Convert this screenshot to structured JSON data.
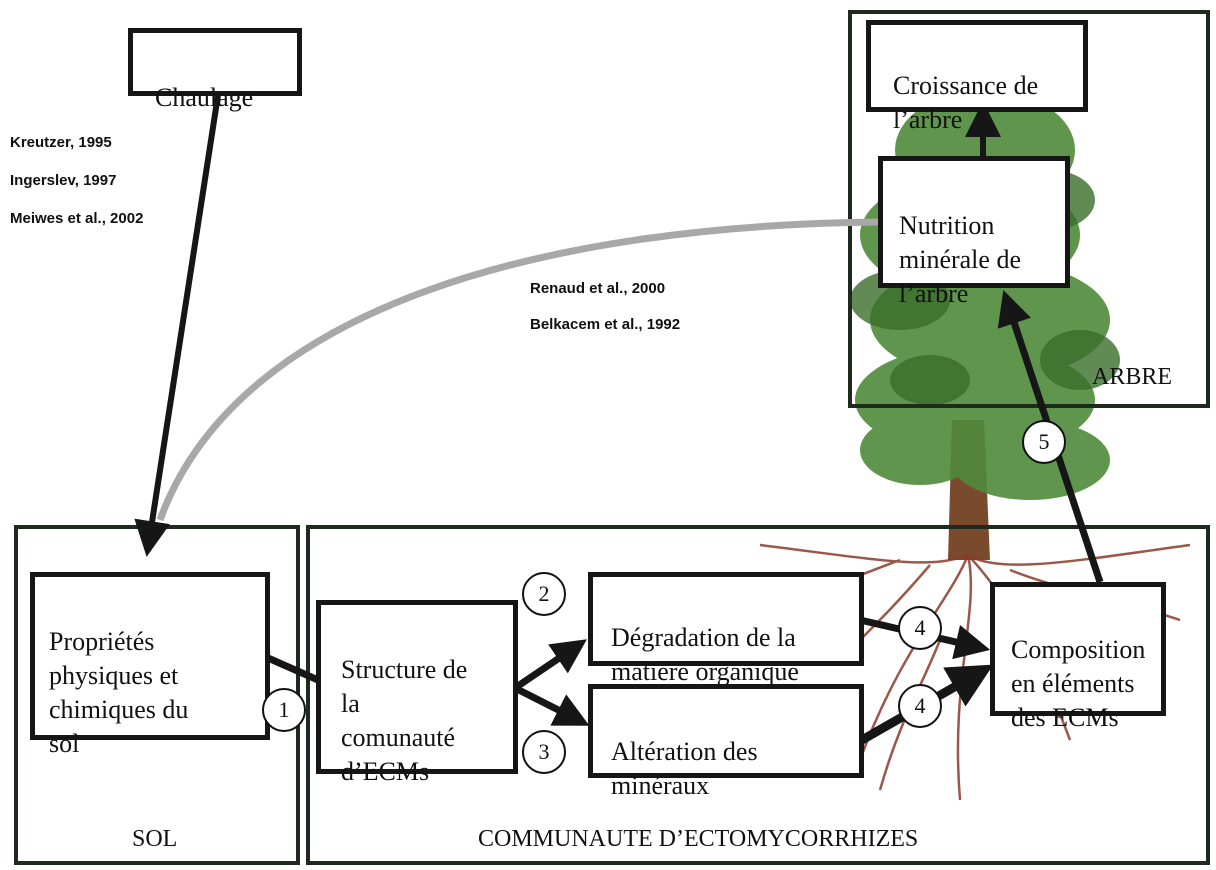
{
  "nodes": {
    "chaulage": "Chaulage",
    "croissance": "Croissance de\nl’arbre",
    "nutrition": "Nutrition\nminérale de\nl’arbre",
    "proprietes": "Propriétés\nphysiques et\nchimiques du\nsol",
    "structure": "Structure de\nla\ncomunauté\nd’ECMs",
    "degradation": "Dégradation de la\nmatière organique",
    "alteration": "Altération des\nminéraux",
    "composition": "Composition\nen éléments\ndes ECMs"
  },
  "frames": {
    "sol": "SOL",
    "communaute": "COMMUNAUTE D’ECTOMYCORRHIZES",
    "arbre": "ARBRE"
  },
  "references": {
    "chaulage": [
      "Kreutzer, 1995",
      "Ingerslev, 1997",
      "Meiwes et al., 2002"
    ],
    "curve": [
      "Renaud et al., 2000",
      "Belkacem et al., 1992"
    ]
  },
  "markers": [
    "1",
    "2",
    "3",
    "4",
    "4",
    "5"
  ],
  "colors": {
    "frame": "#1e2a1e",
    "arrow": "#161616",
    "curve": "#a8a8a8",
    "foliage": "#4f8a3a",
    "trunk": "#7a4a2c",
    "roots": "#8a3a2a"
  }
}
